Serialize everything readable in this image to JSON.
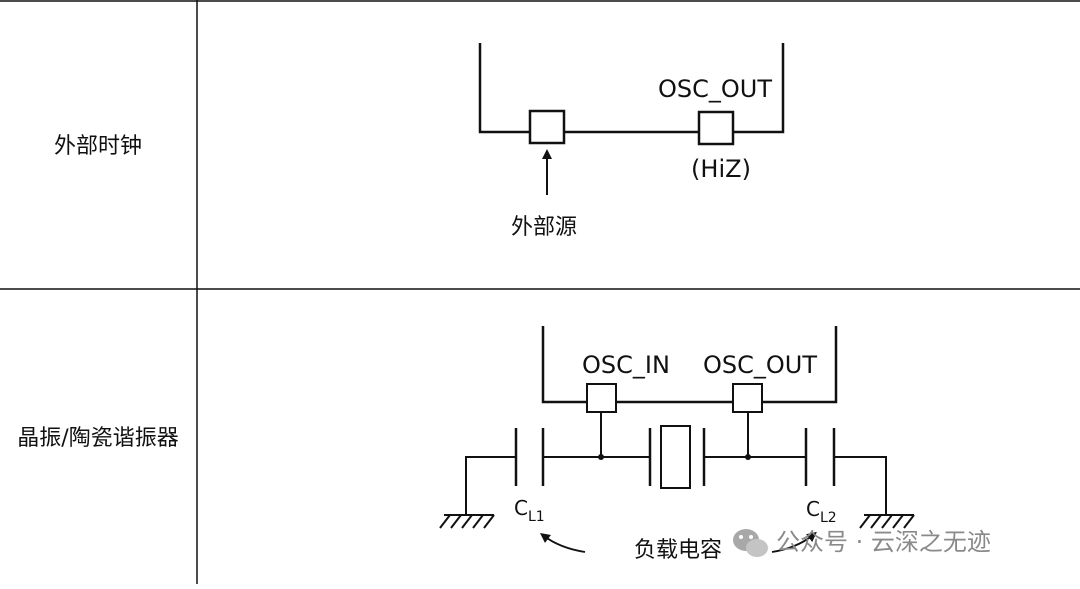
{
  "rows": [
    {
      "label": "外部时钟"
    },
    {
      "label": "晶振/陶瓷谐振器"
    }
  ],
  "external_clock": {
    "pin_out_label": "OSC_OUT",
    "hiz_label": "(HiZ)",
    "source_label": "外部源"
  },
  "crystal": {
    "pin_in_label": "OSC_IN",
    "pin_out_label": "OSC_OUT",
    "cl1_main": "C",
    "cl1_sub": "L1",
    "cl2_main": "C",
    "cl2_sub": "L2",
    "load_cap_label": "负载电容"
  },
  "watermark": {
    "text": "公众号 · 云深之无迹"
  }
}
